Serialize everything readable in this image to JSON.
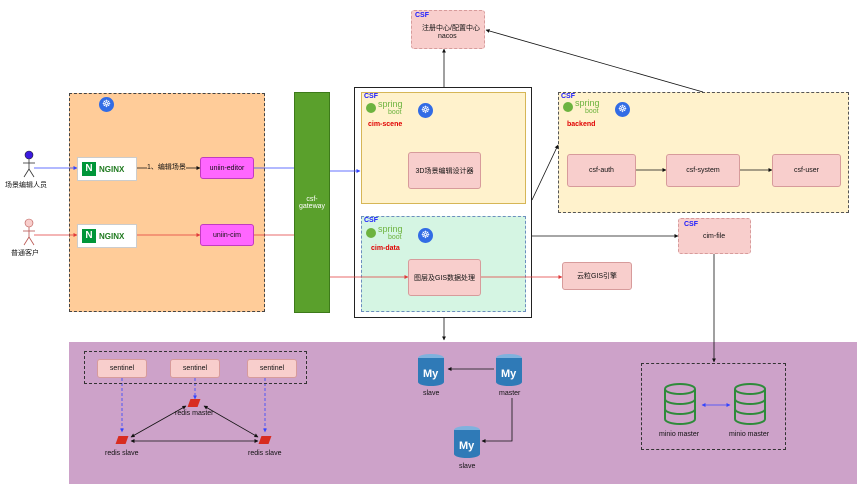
{
  "registry": {
    "tag": "CSF",
    "line1": "注册中心/配置中心",
    "line2": "nacos"
  },
  "actors": [
    {
      "label": "场景编辑人员"
    },
    {
      "label": "普通客户"
    }
  ],
  "nginx": {
    "text": "NGINX",
    "letter": "N"
  },
  "frontend": {
    "editor": "uniin-editor",
    "cim": "uniin-cim",
    "edge_label": "1、编辑场景"
  },
  "gateway": {
    "line1": "csf-",
    "line2": "gateway"
  },
  "cim_scene": {
    "tag": "CSF",
    "spring": "spring",
    "boot": "boot",
    "name": "cim-scene",
    "service": "3D场景编辑设计器"
  },
  "cim_data": {
    "tag": "CSF",
    "spring": "spring",
    "boot": "boot",
    "name": "cim-data",
    "service": "图层及GIS数据处理"
  },
  "gis_engine": "云粒GIS引擎",
  "backend": {
    "tag": "CSF",
    "spring": "spring",
    "boot": "boot",
    "name": "backend",
    "services": [
      "csf-auth",
      "csf-system",
      "csf-user"
    ]
  },
  "cim_file": {
    "tag": "CSF",
    "name": "cim-file"
  },
  "redis": {
    "sentinels": [
      "sentinel",
      "sentinel",
      "sentinel"
    ],
    "master": "redis master",
    "slave_left": "redis slave",
    "slave_right": "redis slave"
  },
  "mysql": {
    "slave_top": "slave",
    "master": "master",
    "slave_bottom": "slave",
    "logo_text": "My"
  },
  "minio": {
    "left": "minio master",
    "right": "minio master"
  },
  "colors": {
    "frontend_bg": "#ffcc99",
    "gateway": "#5aa02c",
    "scene_bg": "#fff2cc",
    "data_bg": "#d5f5e3",
    "infra_bg": "#cda2c9",
    "pink_box": "#f8cecc",
    "magenta_box": "#ff66ff",
    "mysql_blue": "#2f7ab7",
    "minio_green": "#2e8b3a"
  }
}
